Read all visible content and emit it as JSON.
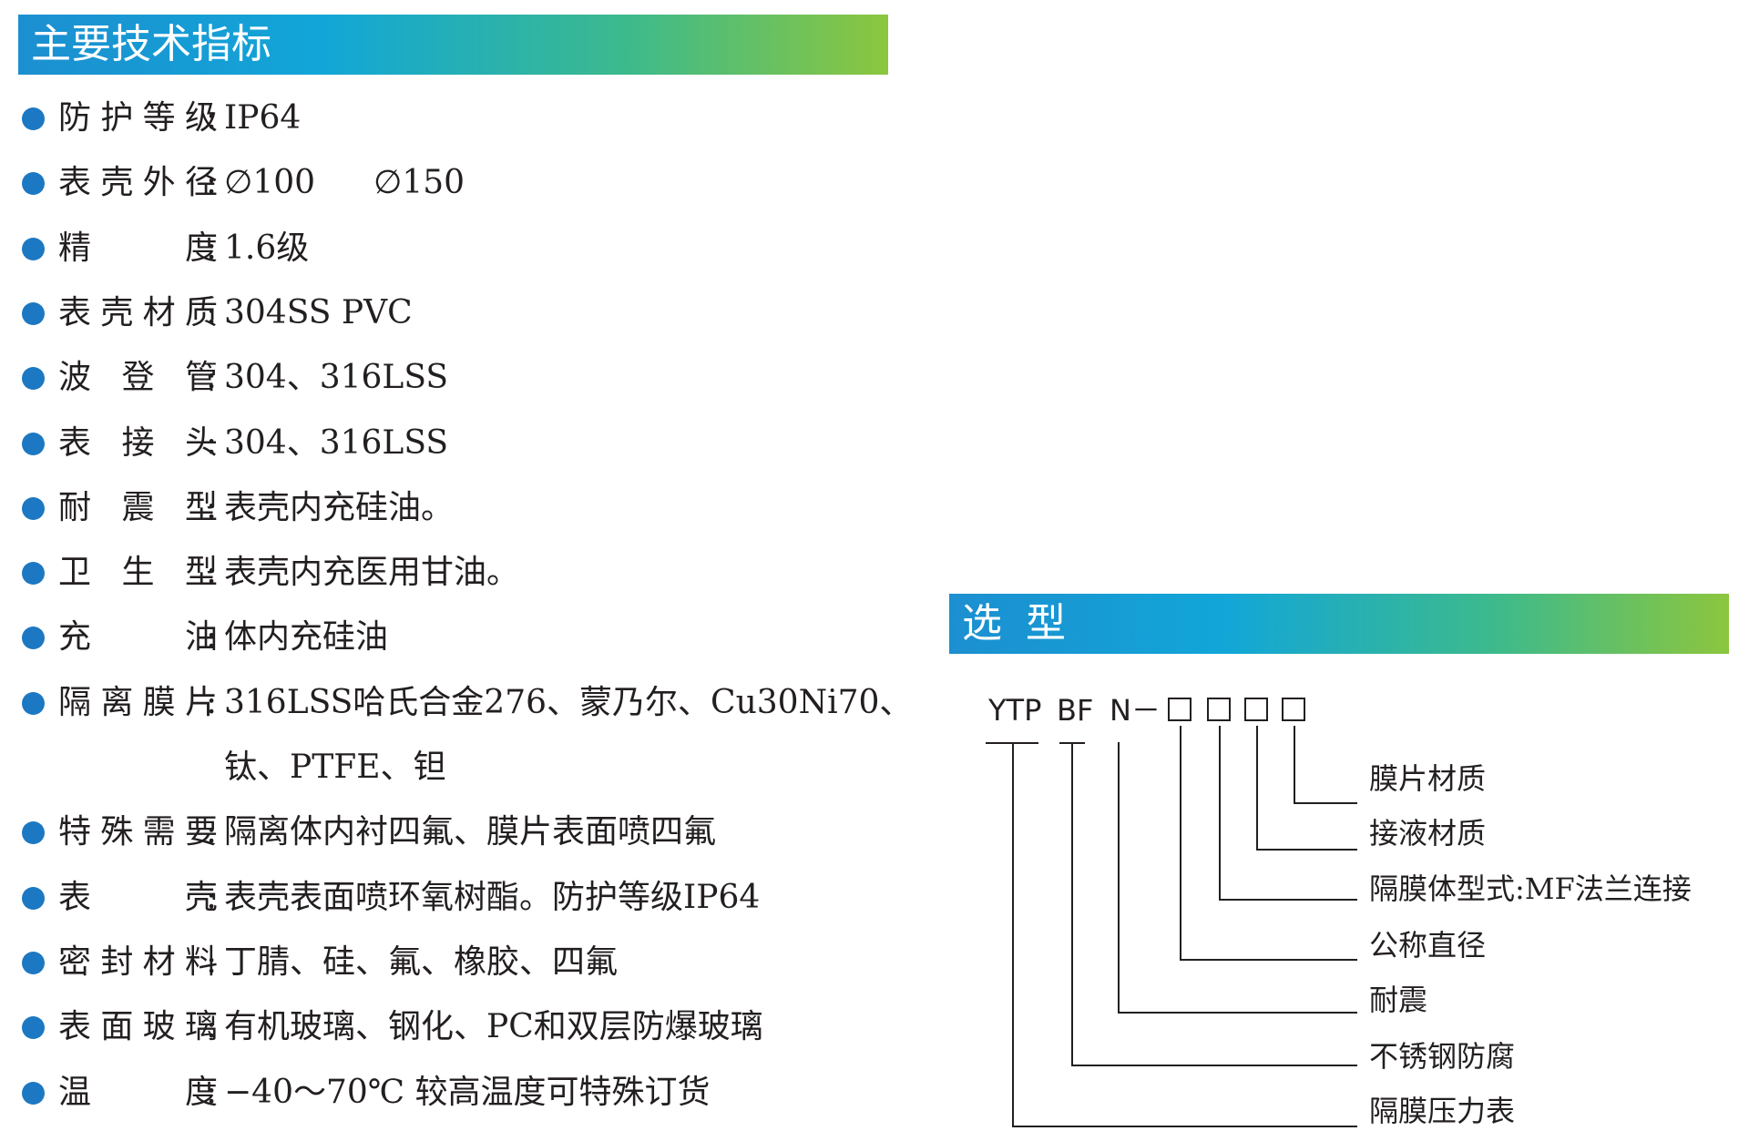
{
  "specs": {
    "title": "主要技术指标",
    "items": [
      {
        "label": [
          "防",
          "护",
          "等",
          "级"
        ],
        "value": "IP64"
      },
      {
        "label": [
          "表",
          "壳",
          "外",
          "径"
        ],
        "value": "∅100",
        "value2": "∅150"
      },
      {
        "label": [
          "精",
          "度"
        ],
        "value": "1.6级"
      },
      {
        "label": [
          "表",
          "壳",
          "材",
          "质"
        ],
        "value": "304SS PVC"
      },
      {
        "label": [
          "波",
          "登",
          "管"
        ],
        "value": "304、316LSS"
      },
      {
        "label": [
          "表",
          "接",
          "头"
        ],
        "value": "304、316LSS"
      },
      {
        "label": [
          "耐",
          "震",
          "型"
        ],
        "value": "表壳内充硅油。"
      },
      {
        "label": [
          "卫",
          "生",
          "型"
        ],
        "value": "表壳内充医用甘油。"
      },
      {
        "label": [
          "充",
          "油"
        ],
        "value": "体内充硅油"
      },
      {
        "label": [
          "隔",
          "离",
          "膜",
          "片"
        ],
        "value": "316LSS哈氏合金276、蒙乃尔、Cu30Ni70、"
      },
      {
        "continuation": "钛、PTFE、钽"
      },
      {
        "label": [
          "特",
          "殊",
          "需",
          "要"
        ],
        "value": "隔离体内衬四氟、膜片表面喷四氟"
      },
      {
        "label": [
          "表",
          "壳"
        ],
        "value": "表壳表面喷环氧树酯。防护等级IP64"
      },
      {
        "label": [
          "密",
          "封",
          "材",
          "料"
        ],
        "value": "丁腈、硅、氟、橡胶、四氟"
      },
      {
        "label": [
          "表",
          "面",
          "玻",
          "璃"
        ],
        "value": "有机玻璃、钢化、PC和双层防爆玻璃"
      },
      {
        "label": [
          "温",
          "度"
        ],
        "value": "−40～70℃  较高温度可特殊订货"
      }
    ]
  },
  "selection": {
    "title": "选型",
    "code_parts": [
      "YTP",
      "BF",
      "N－"
    ],
    "labels": [
      "膜片材质",
      "接液材质",
      "隔膜体型式:MF法兰连接",
      "公称直径",
      "耐震",
      "不锈钢防腐",
      "隔膜压力表"
    ]
  },
  "colors": {
    "bullet": "#1c78c2",
    "banner_start": "#1c8fd0",
    "banner_end": "#8cc63e"
  }
}
